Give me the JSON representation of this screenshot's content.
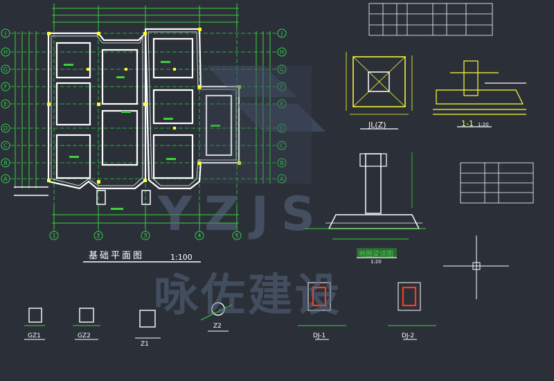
{
  "colors": {
    "background": "#2b3038",
    "wall": "#ffffff",
    "grid": "#2fd34a",
    "dimension": "#3bd23b",
    "yellow": "#ffff33",
    "highlight": "#ff3b1f",
    "watermark": "#5a6b85"
  },
  "plan": {
    "title": "基础平面图",
    "scale": "1:100"
  },
  "grid_axes": {
    "bottom": [
      "1",
      "2",
      "3",
      "4",
      "5"
    ],
    "left": [
      "J",
      "H",
      "G",
      "F",
      "E",
      "D",
      "C",
      "B",
      "A"
    ],
    "right": [
      "J",
      "H",
      "G",
      "F",
      "E",
      "D",
      "C",
      "B",
      "A"
    ]
  },
  "detail_labels": {
    "jl": "JL(Z)",
    "section_1_1": "1-1",
    "section_scale": "1:20",
    "ring_beam": "地圈梁详图",
    "ring_beam_scale": "1:20",
    "gz1": "GZ1",
    "gz2": "GZ2",
    "z1": "Z1",
    "z2": "Z2",
    "dj1": "DJ-1",
    "dj2": "DJ-2"
  },
  "watermark": {
    "latin": "YZJS",
    "chinese": "咏佐建设"
  }
}
